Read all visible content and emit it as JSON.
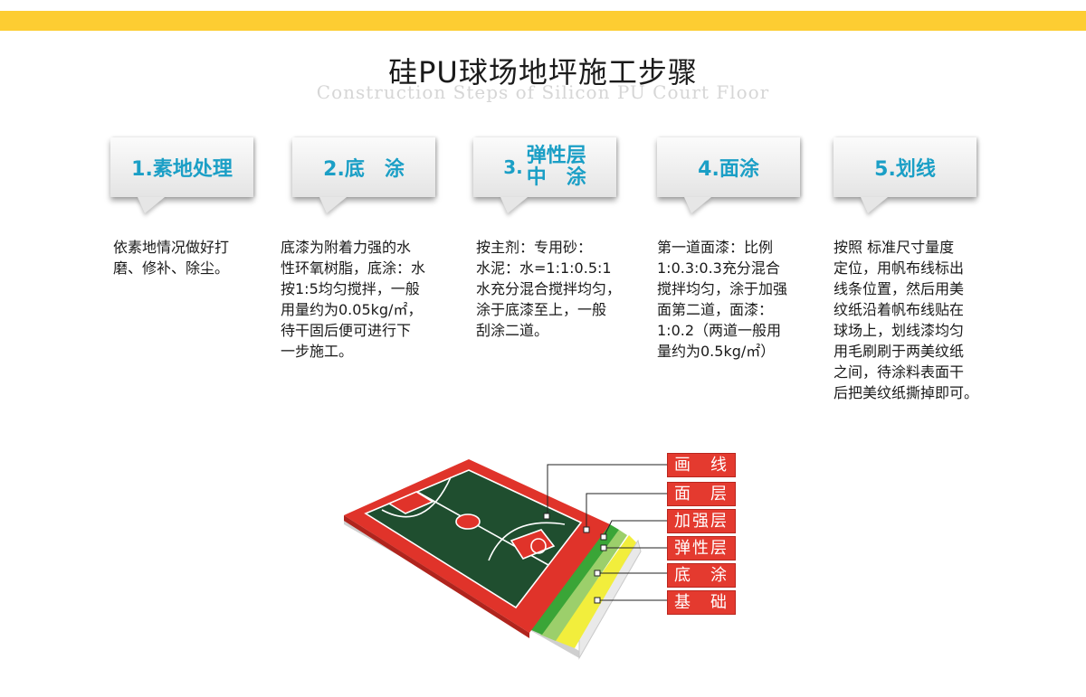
{
  "header": {
    "title": "硅PU球场地坪施工步骤",
    "subtitle": "Construction Steps of Silicon PU Court Floor"
  },
  "colors": {
    "top_bar": "#fdcd32",
    "step_label": "#1b9fc6",
    "layer_label_bg": "#e43a2f"
  },
  "steps": [
    {
      "label": "1.素地处理",
      "description": [
        "依素地情况做好打",
        "磨、修补、除尘。"
      ]
    },
    {
      "label": "2.底　涂",
      "description": [
        "底漆为附着力强的水",
        "性环氧树脂，底涂：水",
        "按1:5均匀搅拌，一般",
        "用量约为0.05kg/㎡，",
        "待干固后便可进行下",
        "一步施工。"
      ]
    },
    {
      "label_number": "3.",
      "label_line1": "弹性层",
      "label_line2": "中　涂",
      "description": [
        "按主剂：专用砂：",
        "水泥：水=1:1:0.5:1",
        "水充分混合搅拌均匀，",
        "涂于底漆至上，一般",
        "刮涂二道。"
      ]
    },
    {
      "label": "4.面涂",
      "description": [
        "第一道面漆：比例",
        "1:0.3:0.3充分混合",
        "搅拌均匀，涂于加强",
        "面第二道，面漆：",
        "1:0.2（两道一般用",
        "量约为0.5kg/㎡）"
      ]
    },
    {
      "label": "5.划线",
      "description": [
        "按照 标准尺寸量度",
        "定位，用帆布线标出",
        "线条位置，然后用美",
        "纹纸沿着帆布线贴在",
        "球场上，划线漆均匀",
        "用毛刷刷于两美纹纸",
        "之间，待涂料表面干",
        "后把美纹纸撕掉即可。"
      ]
    }
  ],
  "layers": [
    {
      "label": "画　线"
    },
    {
      "label": "面　层"
    },
    {
      "label": "加强层"
    },
    {
      "label": "弹性层"
    },
    {
      "label": "底　涂"
    },
    {
      "label": "基　础"
    }
  ],
  "diagram_colors": {
    "court_surface": "#1f4e2f",
    "court_border": "#e0332a",
    "court_lines": "#ffffff",
    "reinforce_layer": "#3aa537",
    "elastic_layer": "#9ccf6b",
    "primer_layer": "#f2ee3c",
    "base_layer": "#e9e9e9"
  }
}
